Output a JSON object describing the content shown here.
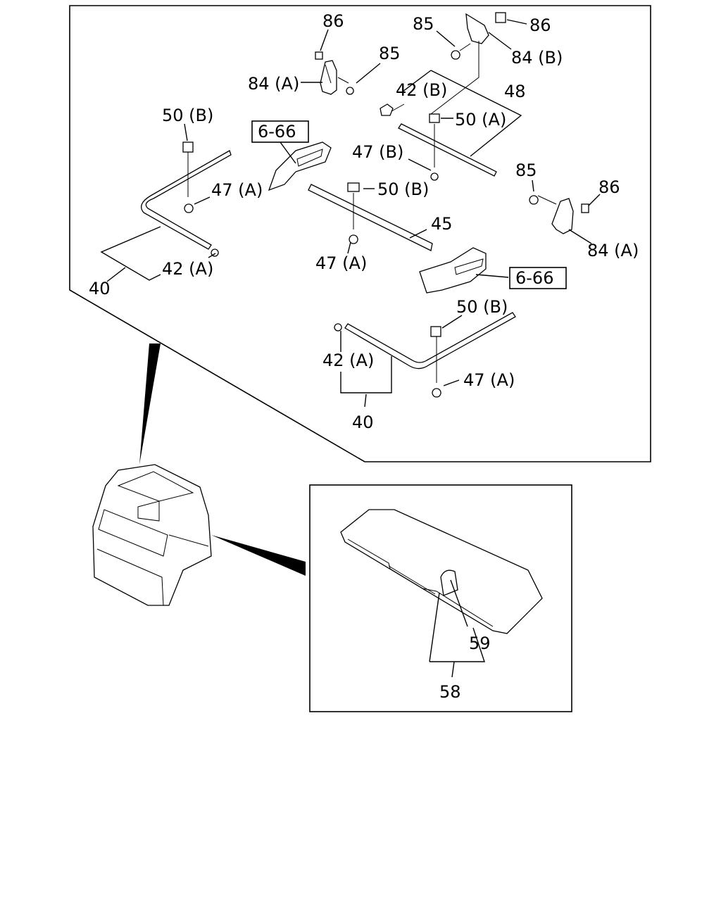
{
  "labels": {
    "p86_a": "86",
    "p85_a": "85",
    "p84a_a": "84 (A)",
    "p85_b": "85",
    "p86_b": "86",
    "p84b": "84 (B)",
    "p42b": "42 (B)",
    "p48": "48",
    "p50a": "50 (A)",
    "p50b_left": "50 (B)",
    "ref666_left": "6-66",
    "p47b": "47 (B)",
    "p47a_left": "47 (A)",
    "p50b_mid": "50 (B)",
    "p85_c": "85",
    "p86_c": "86",
    "p45": "45",
    "p84a_b": "84 (A)",
    "p42a_left": "42 (A)",
    "p40_left": "40",
    "p47a_mid": "47 (A)",
    "ref666_right": "6-66",
    "p50b_low": "50 (B)",
    "p42a_low": "42 (A)",
    "p47a_low": "47 (A)",
    "p40_low": "40",
    "p59": "59",
    "p58": "58"
  }
}
